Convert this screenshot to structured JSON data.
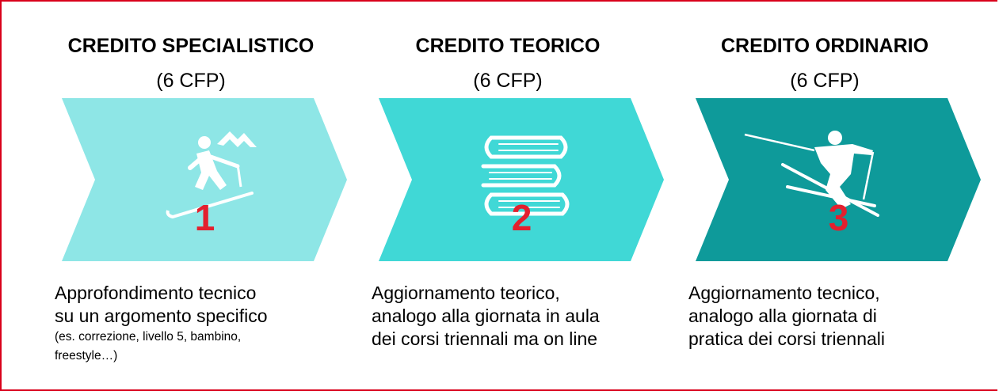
{
  "cards": [
    {
      "title": "CREDITO SPECIALISTICO",
      "subtitle": "(6 CFP)",
      "number": "1",
      "color": "#8ee6e6",
      "icon": "skier-mountains-icon",
      "desc_lines": [
        "Approfondimento tecnico",
        "su un argomento specifico"
      ],
      "desc_small_lines": [
        "(es. correzione, livello 5, bambino,",
        "freestyle…)"
      ]
    },
    {
      "title": "CREDITO TEORICO",
      "subtitle": "(6 CFP)",
      "number": "2",
      "color": "#40d8d6",
      "icon": "books-icon",
      "desc_lines": [
        "Aggiornamento teorico,",
        "analogo alla giornata in aula",
        "dei corsi triennali ma on line"
      ],
      "desc_small_lines": []
    },
    {
      "title": "CREDITO ORDINARIO",
      "subtitle": "(6 CFP)",
      "number": "3",
      "color": "#0e9a9a",
      "icon": "skier-icon",
      "desc_lines": [
        "Aggiornamento tecnico,",
        "analogo alla giornata di",
        "pratica dei corsi triennali"
      ],
      "desc_small_lines": []
    }
  ],
  "colors": {
    "border": "#d9001b",
    "number": "#e3202e"
  }
}
